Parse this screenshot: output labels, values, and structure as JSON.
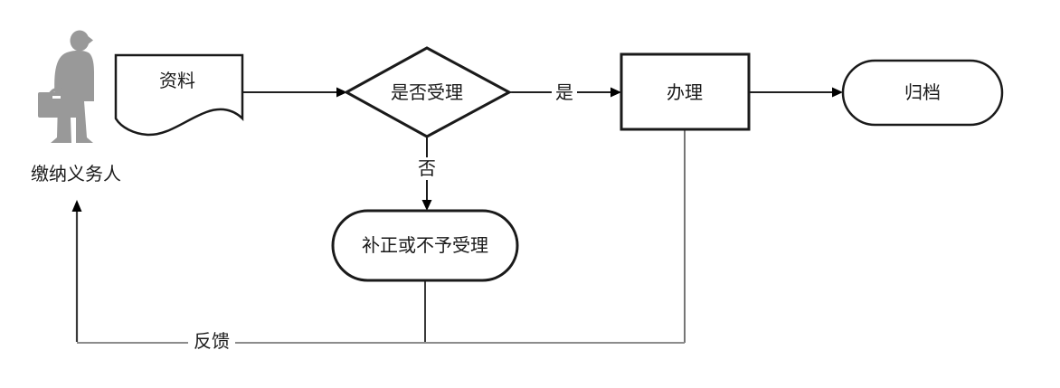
{
  "flowchart": {
    "actor": {
      "label": "缴纳义务人",
      "icon": "person-briefcase-icon"
    },
    "nodes": {
      "materials": {
        "label": "资料",
        "shape": "document"
      },
      "decision": {
        "label": "是否受理",
        "shape": "diamond"
      },
      "process": {
        "label": "办理",
        "shape": "rectangle"
      },
      "archive": {
        "label": "归档",
        "shape": "stadium"
      },
      "correction": {
        "label": "补正或不予受理",
        "shape": "stadium"
      }
    },
    "edges": {
      "yes_label": "是",
      "no_label": "否",
      "feedback_label": "反馈"
    },
    "colors": {
      "shape_stroke": "#1a1a1a",
      "connector": "#000000",
      "feedback_line": "#8c8c8c",
      "branch_line": "#3a3a3a",
      "process_drop_line": "#666666",
      "actor_fill": "#999999",
      "text": "#1a1a1a",
      "background": "#ffffff"
    }
  }
}
